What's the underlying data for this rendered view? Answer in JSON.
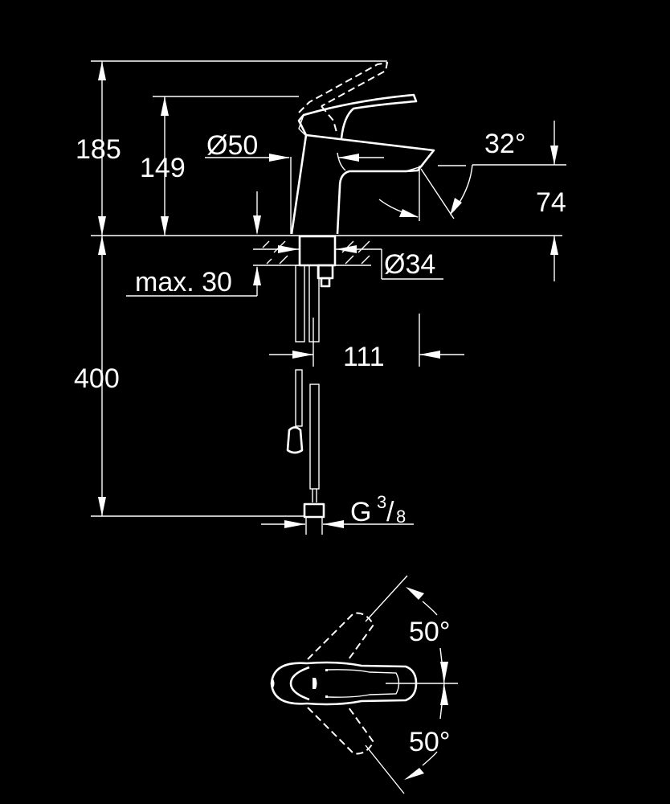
{
  "drawing": {
    "title": "Single-lever basin mixer dimension drawing",
    "background_color": "#000000",
    "line_color": "#ffffff"
  },
  "dimensions": {
    "total_height": "185",
    "lever_height": "149",
    "body_diameter": "Ø50",
    "spout_angle": "32°",
    "spout_outlet_height": "74",
    "max_deck_thickness": "max. 30",
    "hole_diameter": "Ø34",
    "spout_projection": "111",
    "hose_length": "400",
    "connection_prefix": "G",
    "connection_numerator": "3",
    "connection_slash": "/",
    "connection_denominator": "8",
    "lever_swing_left": "50°",
    "lever_swing_right": "50°"
  }
}
